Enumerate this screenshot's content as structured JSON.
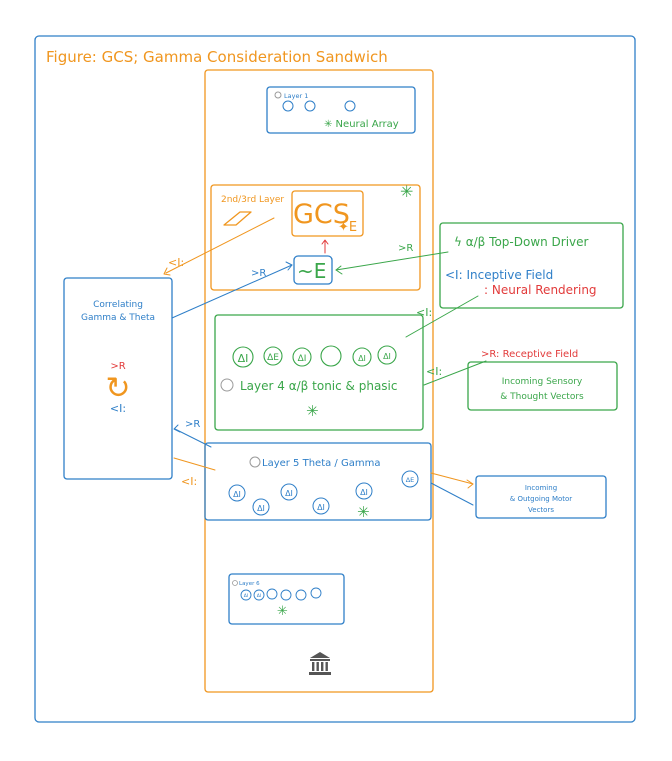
{
  "colors": {
    "orange": "#f0961f",
    "blue": "#2f7fc8",
    "green": "#3aa64a",
    "red": "#e23b3b",
    "gray": "#9a9a9a",
    "dark": "#555555"
  },
  "figure": {
    "title": "Figure: GCS; Gamma Consideration Sandwich"
  },
  "layer1": {
    "label": "Layer 1",
    "array_label": "✳ Neural Array"
  },
  "layer23": {
    "label": "2nd/3rd Layer",
    "gcs": "GCS",
    "gcs_sub": "✦E",
    "tilde_e": "~E"
  },
  "layer4": {
    "label": "Layer 4  α/β tonic & phasic",
    "cells": [
      "ΔI",
      "ΔE",
      "ΔI",
      "",
      "ΔI",
      "ΔI"
    ],
    "star": "✳"
  },
  "layer5": {
    "label": "Layer 5 Theta / Gamma",
    "cells": [
      "ΔI",
      "ΔI",
      "ΔI",
      "ΔI",
      "ΔI",
      "ΔE"
    ],
    "star": "✳"
  },
  "layer6": {
    "label": "Layer 6",
    "cells": [
      "ΔI",
      "ΔI",
      "",
      "",
      "",
      ""
    ],
    "star": "✳"
  },
  "left_box": {
    "title_line1": "Correlating",
    "title_line2": "Gamma & Theta",
    "r_label": ">R",
    "cycle_icon": "↻",
    "i_label": "<I:"
  },
  "driver_box": {
    "title": "ϟ α/β Top-Down Driver",
    "inceptive": "<I: Inceptive Field",
    "rendering": ":  Neural Rendering"
  },
  "sensory_box": {
    "header": ">R: Receptive Field",
    "line1": "Incoming Sensory",
    "line2": "& Thought Vectors"
  },
  "motor_box": {
    "line1": "Incoming",
    "line2": "& Outgoing Motor",
    "line3": "Vectors"
  },
  "edge_labels": {
    "i_orange_top": "<I:",
    "r_blue_tilde": ">R",
    "r_green_driver": ">R",
    "i_green_l4": "<I:",
    "i_green_sensory": "<I:",
    "r_blue_left": ">R",
    "i_orange_left": "<I:"
  },
  "bottom_icon": "🏛"
}
